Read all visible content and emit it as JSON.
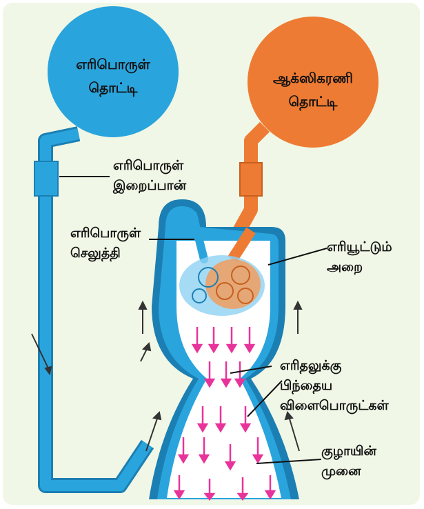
{
  "labels": {
    "fuel_tank": [
      "எரிபொருள்",
      "தொட்டி"
    ],
    "oxidizer_tank": [
      "ஆக்ஸிகரணி",
      "தொட்டி"
    ],
    "fuel_pump": [
      "எரிபொருள்",
      "இறைப்பான்"
    ],
    "fuel_injector": [
      "எரிபொருள்",
      "செலுத்தி"
    ],
    "combustion_chamber": [
      "எரியூட்டும்",
      "அறை"
    ],
    "combustion_products": [
      "எரிதலுக்கு",
      "பிந்தைய",
      "விளைபொருட்கள்"
    ],
    "nozzle": [
      "குழாயின்",
      "முனை"
    ]
  },
  "colors": {
    "background": "#f0f7e6",
    "fuel": "#2aa4dc",
    "fuel_dark": "#1b7fb3",
    "oxidizer": "#ee7b33",
    "exhaust_arrows": "#e8339a",
    "chamber_interior": "#ffffff",
    "flow_arrows": "#333333"
  }
}
